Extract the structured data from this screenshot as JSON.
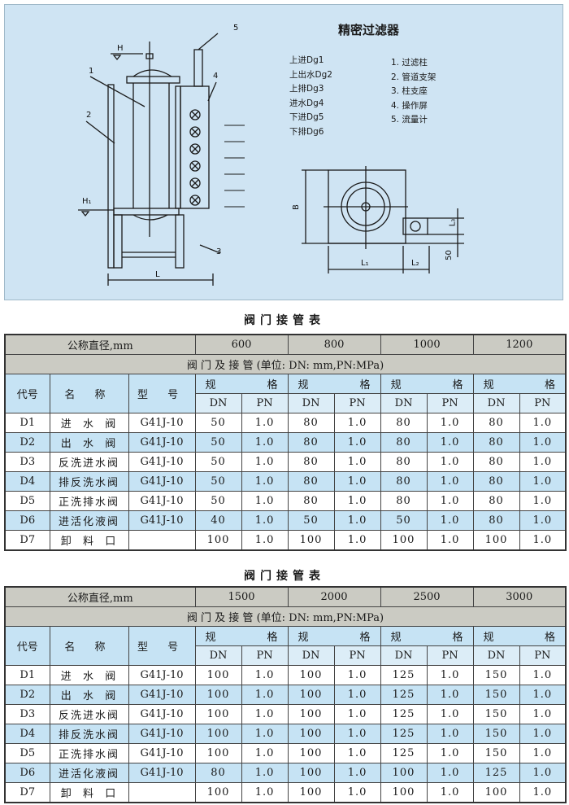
{
  "diagram": {
    "title": "精密过滤器",
    "ports": [
      "上进Dg1",
      "上出水Dg2",
      "上排Dg3",
      "进水Dg4",
      "下进Dg5",
      "下排Dg6"
    ],
    "legend": [
      "1. 过滤柱",
      "2. 管道支架",
      "3. 柱支座",
      "4. 操作屏",
      "5. 流量计"
    ],
    "labels": {
      "h": "H",
      "h1": "H₁",
      "n1": "1",
      "n2": "2",
      "n3": "3",
      "n4": "4",
      "n5": "5",
      "l": "L",
      "b": "B",
      "l1": "L₁",
      "l2": "L₂",
      "l3": "L₃",
      "d50": "50"
    }
  },
  "tables": [
    {
      "title": "阀门接管表",
      "diameter_label": "公称直径,mm",
      "diameters": [
        "600",
        "800",
        "1000",
        "1200"
      ],
      "section_label": "阀 门 及 接 管    (单位: DN: mm,PN:MPa)",
      "col_code": "代号",
      "col_name": "名 称",
      "col_model": "型 号",
      "spec_a": "规",
      "spec_b": "格",
      "dn": "DN",
      "pn": "PN",
      "rows": [
        {
          "code": "D1",
          "name": "进  水  阀",
          "model": "G41J-10",
          "vals": [
            "50",
            "1.0",
            "80",
            "1.0",
            "80",
            "1.0",
            "80",
            "1.0"
          ]
        },
        {
          "code": "D2",
          "name": "出  水  阀",
          "model": "G41J-10",
          "vals": [
            "50",
            "1.0",
            "80",
            "1.0",
            "80",
            "1.0",
            "80",
            "1.0"
          ]
        },
        {
          "code": "D3",
          "name": "反洗进水阀",
          "model": "G41J-10",
          "vals": [
            "50",
            "1.0",
            "80",
            "1.0",
            "80",
            "1.0",
            "80",
            "1.0"
          ]
        },
        {
          "code": "D4",
          "name": "排反洗水阀",
          "model": "G41J-10",
          "vals": [
            "50",
            "1.0",
            "80",
            "1.0",
            "80",
            "1.0",
            "80",
            "1.0"
          ]
        },
        {
          "code": "D5",
          "name": "正洗排水阀",
          "model": "G41J-10",
          "vals": [
            "50",
            "1.0",
            "80",
            "1.0",
            "80",
            "1.0",
            "80",
            "1.0"
          ]
        },
        {
          "code": "D6",
          "name": "进活化液阀",
          "model": "G41J-10",
          "vals": [
            "40",
            "1.0",
            "50",
            "1.0",
            "50",
            "1.0",
            "80",
            "1.0"
          ]
        },
        {
          "code": "D7",
          "name": "卸  料  口",
          "model": "",
          "vals": [
            "100",
            "1.0",
            "100",
            "1.0",
            "100",
            "1.0",
            "100",
            "1.0"
          ]
        }
      ]
    },
    {
      "title": "阀门接管表",
      "diameter_label": "公称直径,mm",
      "diameters": [
        "1500",
        "2000",
        "2500",
        "3000"
      ],
      "section_label": "阀 门 及 接 管    (单位: DN: mm,PN:MPa)",
      "col_code": "代号",
      "col_name": "名 称",
      "col_model": "型 号",
      "spec_a": "规",
      "spec_b": "格",
      "dn": "DN",
      "pn": "PN",
      "rows": [
        {
          "code": "D1",
          "name": "进  水  阀",
          "model": "G41J-10",
          "vals": [
            "100",
            "1.0",
            "100",
            "1.0",
            "125",
            "1.0",
            "150",
            "1.0"
          ]
        },
        {
          "code": "D2",
          "name": "出  水  阀",
          "model": "G41J-10",
          "vals": [
            "100",
            "1.0",
            "100",
            "1.0",
            "125",
            "1.0",
            "150",
            "1.0"
          ]
        },
        {
          "code": "D3",
          "name": "反洗进水阀",
          "model": "G41J-10",
          "vals": [
            "100",
            "1.0",
            "100",
            "1.0",
            "125",
            "1.0",
            "150",
            "1.0"
          ]
        },
        {
          "code": "D4",
          "name": "排反洗水阀",
          "model": "G41J-10",
          "vals": [
            "100",
            "1.0",
            "100",
            "1.0",
            "125",
            "1.0",
            "150",
            "1.0"
          ]
        },
        {
          "code": "D5",
          "name": "正洗排水阀",
          "model": "G41J-10",
          "vals": [
            "100",
            "1.0",
            "100",
            "1.0",
            "125",
            "1.0",
            "150",
            "1.0"
          ]
        },
        {
          "code": "D6",
          "name": "进活化液阀",
          "model": "G41J-10",
          "vals": [
            "80",
            "1.0",
            "100",
            "1.0",
            "100",
            "1.0",
            "125",
            "1.0"
          ]
        },
        {
          "code": "D7",
          "name": "卸  料  口",
          "model": "",
          "vals": [
            "100",
            "1.0",
            "100",
            "1.0",
            "100",
            "1.0",
            "100",
            "1.0"
          ]
        }
      ]
    }
  ]
}
